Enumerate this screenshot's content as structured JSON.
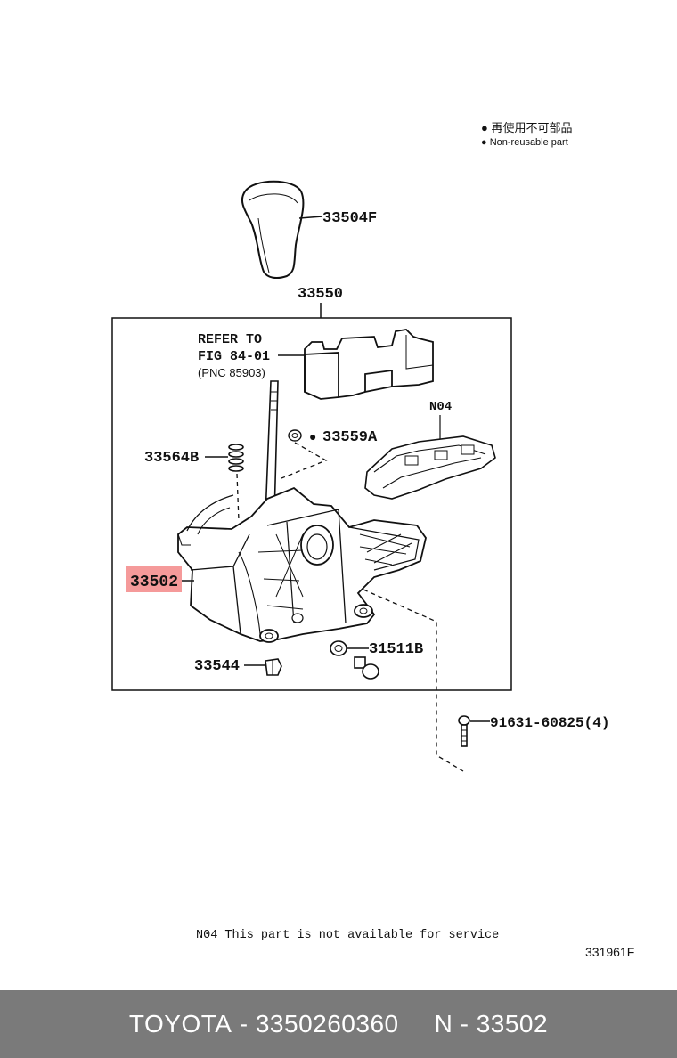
{
  "legend": {
    "line1": "● 再使用不可部品",
    "line2": "● Non-reusable part"
  },
  "callouts": {
    "knob": "33504F",
    "assembly": "33550",
    "refer_line1": "REFER TO",
    "refer_line2": "FIG 84-01",
    "refer_line3": "(PNC 85903)",
    "n04": "N04",
    "seal": "33559A",
    "seal_marker": "●",
    "spring": "33564B",
    "housing": "33502",
    "bushing": "31511B",
    "clip": "33544",
    "bolt": "91631-60825(4)"
  },
  "note": "N04 This part is not available for service",
  "figure_code": "331961F",
  "footer": {
    "brand": "TOYOTA",
    "part_number": "3350260360",
    "ref": "N - 33502"
  },
  "colors": {
    "highlight": "#f59a9a",
    "footer_bg": "#7a7a7a"
  }
}
